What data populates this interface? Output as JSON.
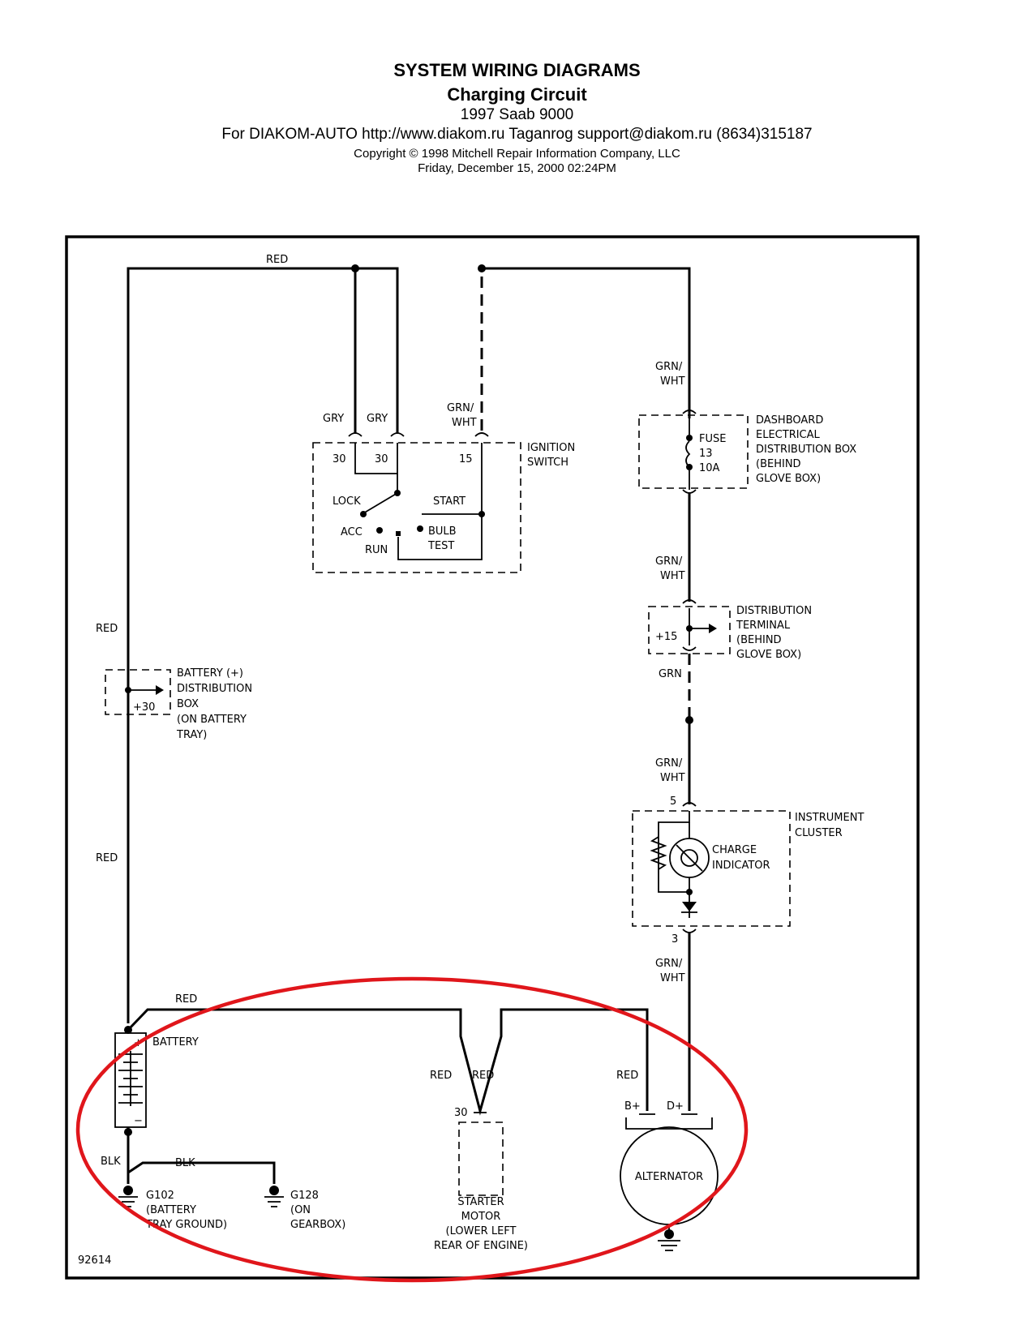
{
  "header": {
    "title": "SYSTEM WIRING DIAGRAMS",
    "subtitle": "Charging Circuit",
    "vehicle": "1997 Saab 9000",
    "provider": "For DIAKOM-AUTO http://www.diakom.ru Taganrog support@diakom.ru (8634)315187",
    "copyright": "Copyright © 1998 Mitchell Repair Information Company, LLC",
    "datetime": "Friday, December 15, 2000  02:24PM"
  },
  "wires": {
    "red": "RED",
    "gry": "GRY",
    "grn_wht_1": "GRN/",
    "grn_wht_2": "WHT",
    "grn": "GRN",
    "blk": "BLK"
  },
  "ignition_switch": {
    "name_1": "IGNITION",
    "name_2": "SWITCH",
    "pin_30": "30",
    "pin_15": "15",
    "lock": "LOCK",
    "start": "START",
    "acc": "ACC",
    "run": "RUN",
    "bulb": "BULB",
    "test": "TEST"
  },
  "dashboard_box": {
    "lines": [
      "DASHBOARD",
      "ELECTRICAL",
      "DISTRIBUTION BOX",
      "(BEHIND",
      "GLOVE BOX)"
    ],
    "fuse": "FUSE",
    "fuse_no": "13",
    "fuse_rating": "10A"
  },
  "distribution_terminal": {
    "lines": [
      "DISTRIBUTION",
      "TERMINAL",
      "(BEHIND",
      "GLOVE BOX)"
    ],
    "terminal": "+15"
  },
  "battery_box": {
    "lines": [
      "BATTERY (+)",
      "DISTRIBUTION",
      "BOX",
      "(ON BATTERY",
      "TRAY)"
    ],
    "terminal": "+30"
  },
  "instrument_cluster": {
    "lines": [
      "INSTRUMENT",
      "CLUSTER"
    ],
    "indicator_1": "CHARGE",
    "indicator_2": "INDICATOR",
    "pin_in": "5",
    "pin_out": "3"
  },
  "battery": {
    "label": "BATTERY",
    "plus": "+",
    "minus": "−"
  },
  "starter": {
    "pin": "30",
    "lines": [
      "STARTER",
      "MOTOR",
      "(LOWER LEFT",
      "REAR OF ENGINE)"
    ]
  },
  "alternator": {
    "label": "ALTERNATOR",
    "b_plus": "B+",
    "d_plus": "D+"
  },
  "grounds": {
    "g102": [
      "G102",
      "(BATTERY",
      "TRAY GROUND)"
    ],
    "g128": [
      "G128",
      "(ON",
      "GEARBOX)"
    ]
  },
  "figure_id": "92614",
  "annotation": {
    "shape": "ellipse",
    "color": "#e0161b"
  }
}
